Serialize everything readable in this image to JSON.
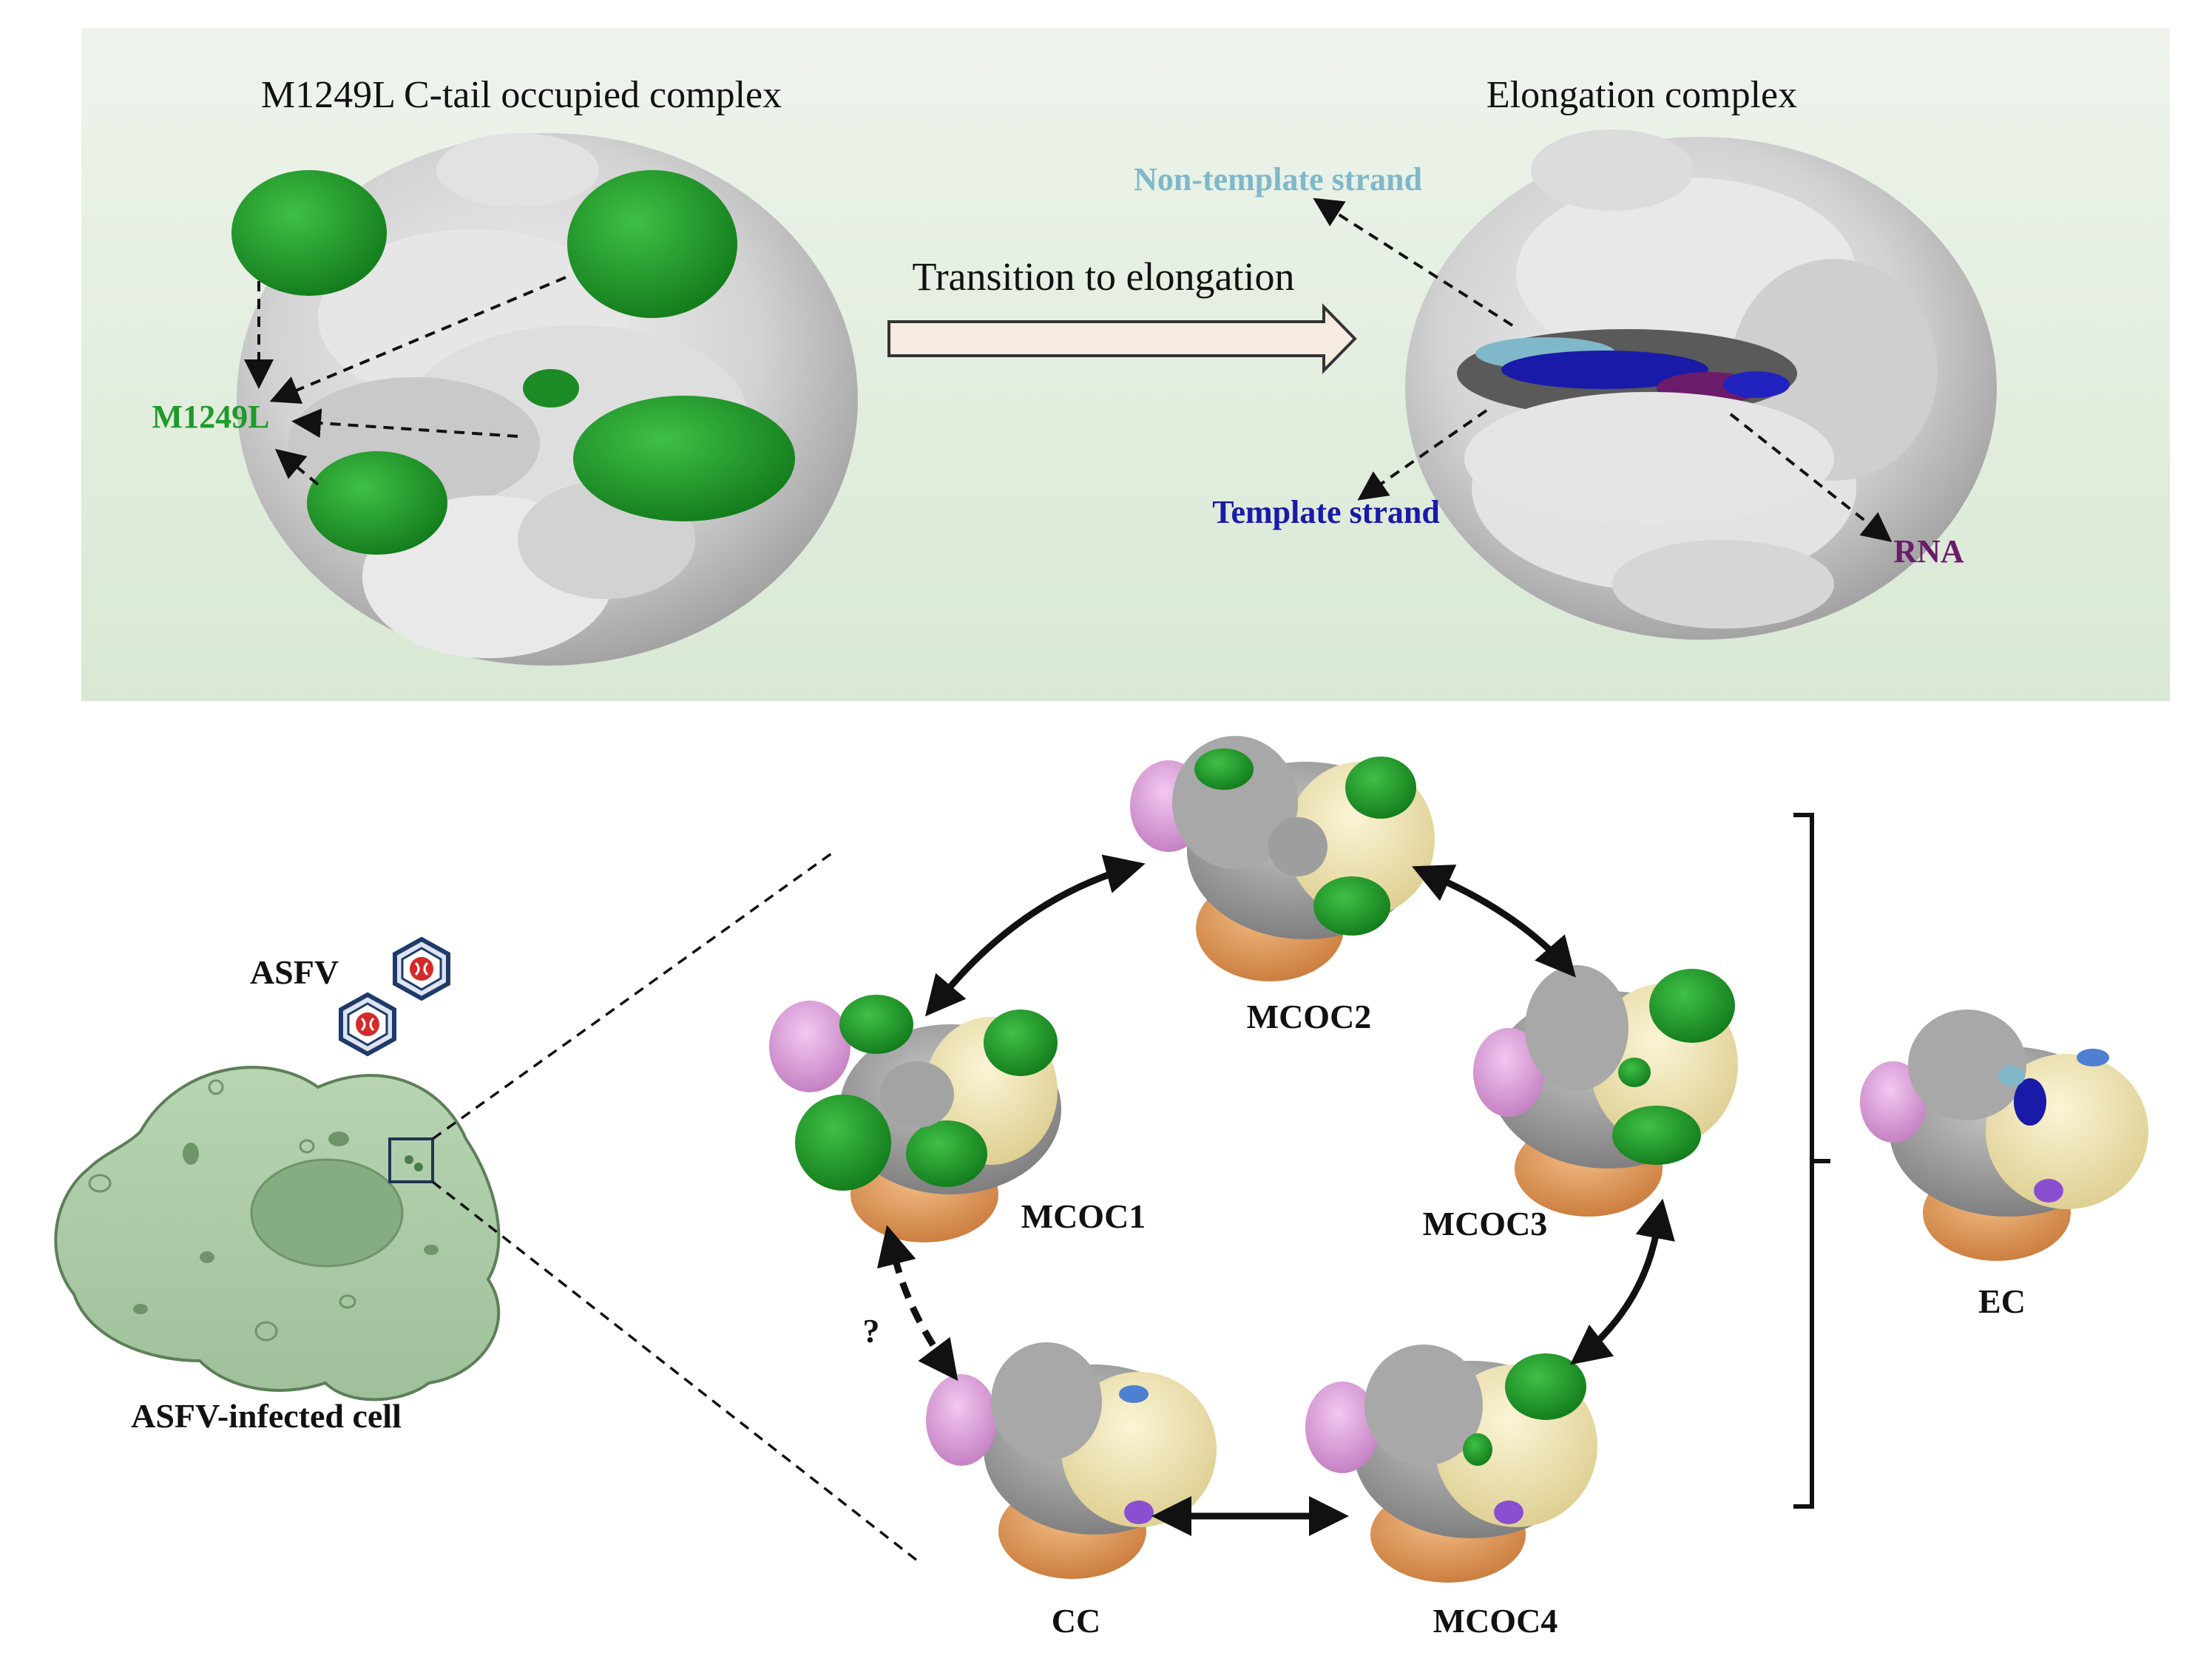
{
  "top_panel": {
    "left_title": "M1249L C-tail occupied complex",
    "right_title": "Elongation complex",
    "transition_label": "Transition to elongation",
    "m1249l_label": "M1249L",
    "non_template_label": "Non-template strand",
    "template_label": "Template strand",
    "rna_label": "RNA"
  },
  "bottom_panel": {
    "asfv_label": "ASFV",
    "cell_label": "ASFV-infected cell",
    "question_mark": "?",
    "states": {
      "mcoc1": "MCOC1",
      "mcoc2": "MCOC2",
      "mcoc3": "MCOC3",
      "mcoc4": "MCOC4",
      "cc": "CC",
      "ec": "EC"
    }
  },
  "colors": {
    "panel_bg_top": "#e9f1e6",
    "panel_bg_bottom": "#dcead7",
    "m1249l_green": "#1f9a2a",
    "non_template": "#7fb8c9",
    "template_blue": "#1a1aa8",
    "rna_purple": "#6a1b6a",
    "cell_fill": "#a9c9a4",
    "gray_protein": "#b8b8b8",
    "cream": "#f1e7b8",
    "orange": "#e8a469",
    "pink": "#e2a6e0",
    "violet": "#8a4fd0"
  }
}
